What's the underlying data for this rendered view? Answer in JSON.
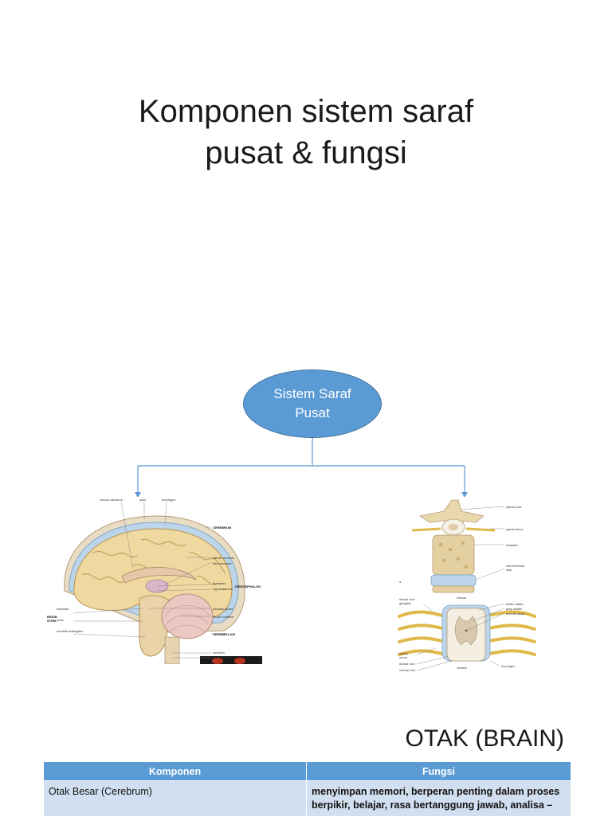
{
  "slide1": {
    "title_line1": "Komponen sistem saraf",
    "title_line2": "pusat & fungsi"
  },
  "diagram": {
    "root": {
      "line1": "Sistem Saraf",
      "line2": "Pusat"
    },
    "colors": {
      "node_fill": "#5b9bd5",
      "node_border": "#41719c",
      "connector": "#5b9bd5"
    },
    "brain_labels": {
      "corpus_callosum": "corpus callosum",
      "skull": "skull",
      "meninges": "meninges",
      "cerebrum": "CEREBRUM",
      "lateral_ventricle": "lateral ventricle",
      "third_ventricle": "third ventricle",
      "thalamus": "thalamus",
      "hypothalamus": "hypothalamus",
      "diencephalon": "DIENCEPHALON",
      "midbrain": "midbrain",
      "pons": "pons",
      "medulla": "medulla oblongata",
      "brain_stem_1": "BRAIN",
      "brain_stem_2": "STEM",
      "pituitary": "pituitary gland",
      "fourth_ventricle": "fourth ventricle",
      "cerebellum": "CEREBELLUM",
      "vertebra": "vertebra",
      "spinal_cord": "spinal cord"
    },
    "spine_labels": {
      "spinal_cord": "spinal cord",
      "spinal_nerve": "spinal nerve",
      "vertebra": "vertebra",
      "intervertebral_disk_1": "intervertebral",
      "intervertebral_disk_2": "disk",
      "panel_a": "a.",
      "dorsal": "Dorsal",
      "dorsal_root_ganglion_1": "dorsal root",
      "dorsal_root_ganglion_2": "ganglion",
      "white_matter": "white matter",
      "gray_matter": "gray matter",
      "central_canal": "central canal",
      "spinal_nerve_1": "spinal",
      "spinal_nerve_2": "nerve",
      "dorsal_root": "dorsal root",
      "ventral_root": "ventral root",
      "ventral": "Ventral",
      "meninges": "meninges"
    }
  },
  "section": {
    "heading": "OTAK (BRAIN)"
  },
  "table": {
    "headers": [
      "Komponen",
      "Fungsi"
    ],
    "rows": [
      {
        "komponen": "Otak Besar (Cerebrum)",
        "fungsi_1": "menyimpan memori, berperan penting dalam proses",
        "fungsi_2": "berpikir, belajar, rasa bertanggung jawab, analisa –"
      }
    ]
  }
}
